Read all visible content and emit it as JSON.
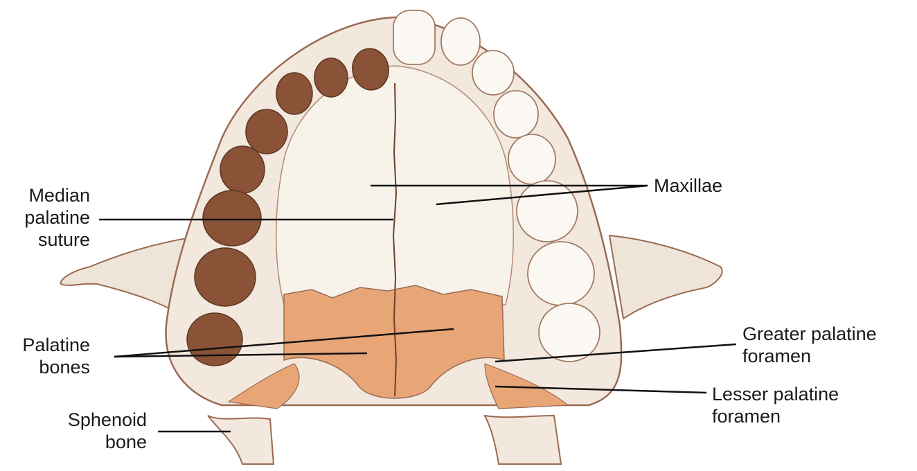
{
  "diagram": {
    "colors": {
      "bone": "#f5efe6",
      "outline": "#9a6a52",
      "palatine": "#e8a677",
      "tooth_dark": "#8a5236",
      "leader": "#111111"
    },
    "labels": {
      "median_palatine_suture": [
        "Median",
        "palatine",
        "suture"
      ],
      "maxillae": "Maxillae",
      "palatine_bones": [
        "Palatine",
        "bones"
      ],
      "greater_palatine_foramen": [
        "Greater palatine",
        "foramen"
      ],
      "lesser_palatine_foramen": [
        "Lesser palatine",
        "foramen"
      ],
      "sphenoid_bone": [
        "Sphenoid",
        "bone"
      ]
    }
  }
}
